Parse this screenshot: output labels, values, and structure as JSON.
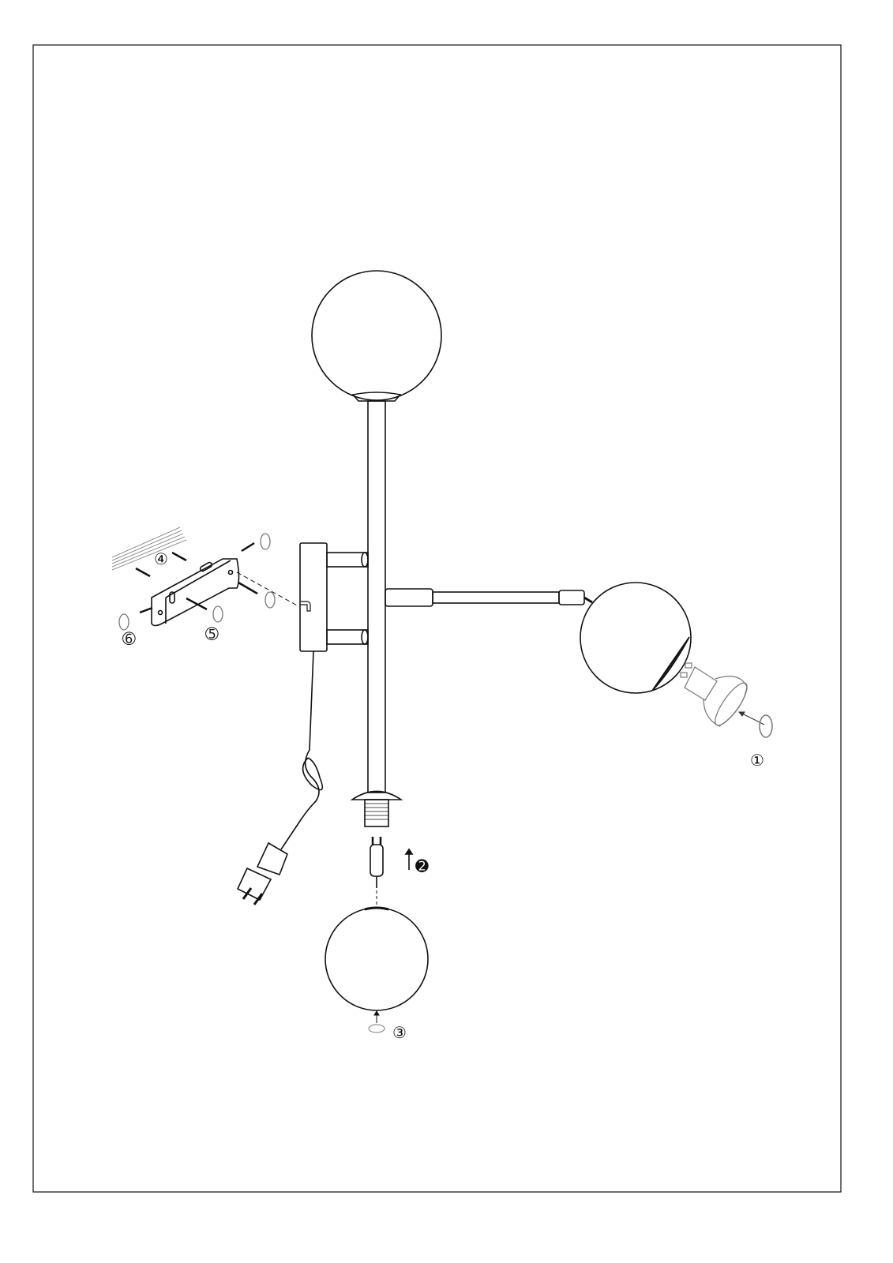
{
  "steps": {
    "step1": "①",
    "step2": "➋",
    "step3": "③",
    "step4": "④",
    "step5": "➄",
    "step6": "➅"
  },
  "colors": {
    "line": "#111111",
    "faint": "#888888",
    "background": "#ffffff"
  }
}
